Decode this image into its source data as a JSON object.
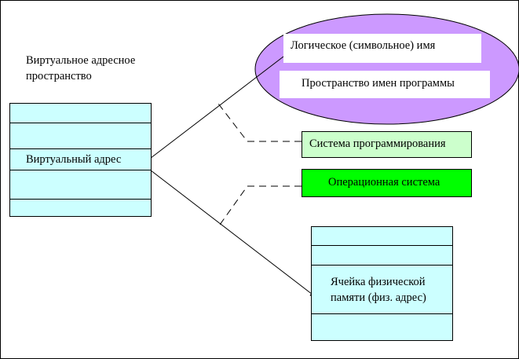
{
  "colors": {
    "cell_fill": "#ccffff",
    "ellipse_fill": "#cc99ff",
    "system_prog_fill": "#ccffcc",
    "os_fill": "#00ff00",
    "white_label_fill": "#ffffff",
    "line": "#000000"
  },
  "vas": {
    "title_line1": "Виртуальное адресное",
    "title_line2": "пространство",
    "address_label": "Виртуальный адрес"
  },
  "program": {
    "logical_name": "Логическое (символьное) имя",
    "namespace": "Пространство имен программы"
  },
  "system_prog": {
    "label": "Система программирования"
  },
  "os": {
    "label": "Операционная система"
  },
  "physical": {
    "cell_line1": "Ячейка физической",
    "cell_line2": "памяти (физ. адрес)"
  }
}
